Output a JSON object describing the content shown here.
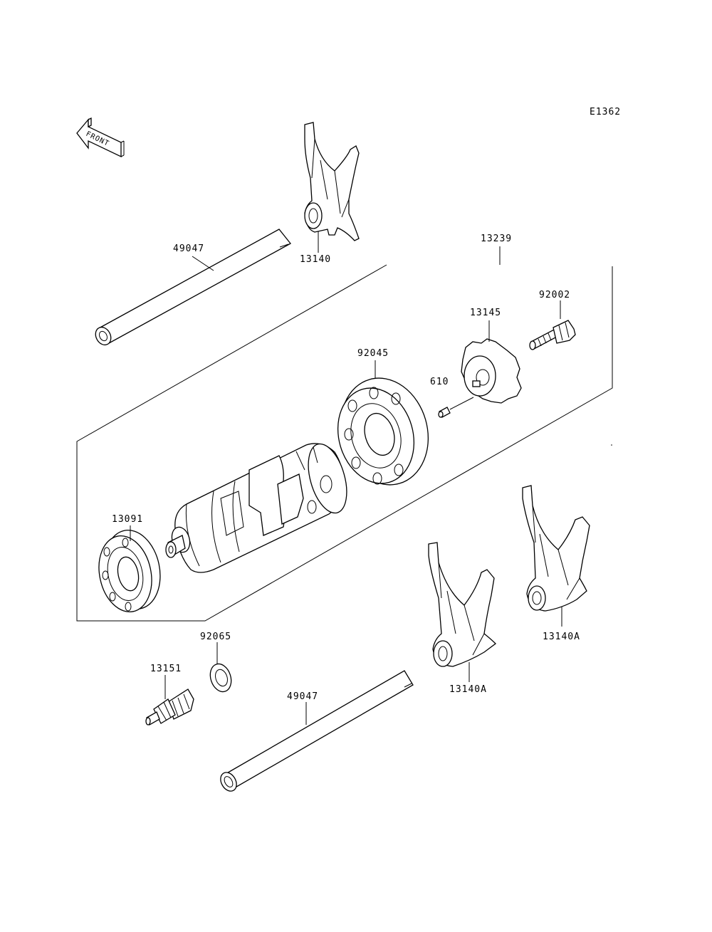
{
  "diagram_code": "E1362",
  "front_arrow_label": "FRONT",
  "labels": {
    "shaft_upper": "49047",
    "fork_upper": "13140",
    "drum_assembly": "13239",
    "bolt": "92002",
    "cam_plate": "13145",
    "pin": "610",
    "bearing_large": "92045",
    "bearing_small": "13091",
    "washer": "92065",
    "switch": "13151",
    "shaft_lower": "49047",
    "fork_lower_left": "13140A",
    "fork_lower_right": "13140A"
  }
}
